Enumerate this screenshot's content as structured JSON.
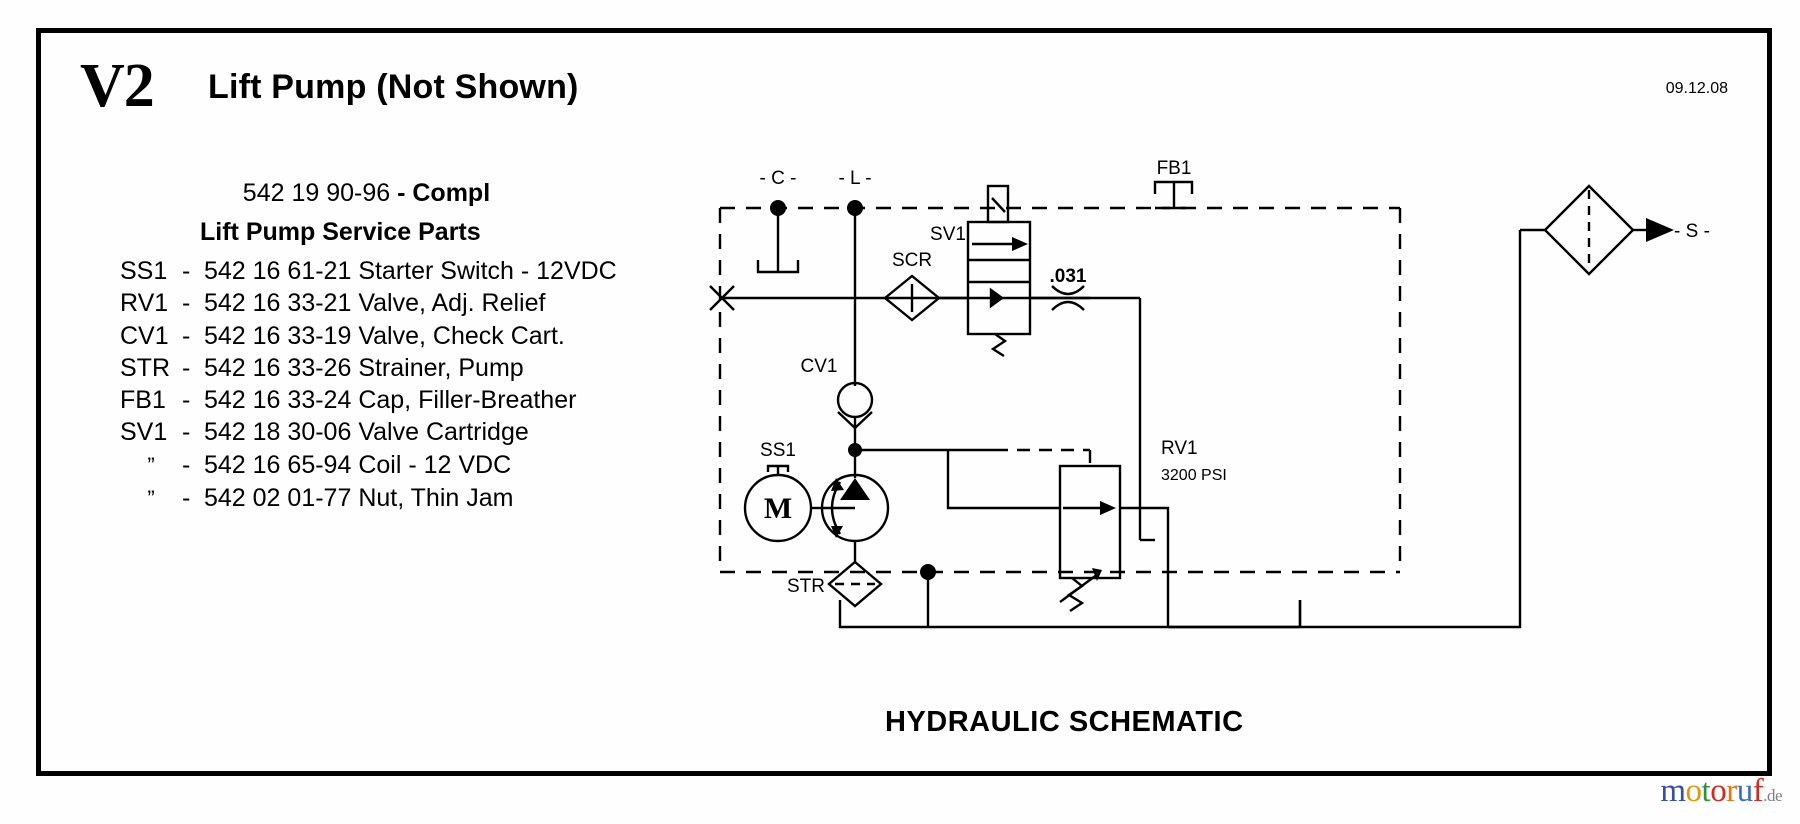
{
  "header": {
    "section_code": "V2",
    "title": "Lift Pump (Not Shown)",
    "part_number": "542 19 90-96",
    "part_suffix": "- Compl",
    "date": "09.12.08"
  },
  "parts_list": {
    "heading": "Lift Pump Service Parts",
    "items": [
      {
        "code": "SS1",
        "dash": "-",
        "number": "542 16 61-21",
        "description": "Starter Switch - 12VDC"
      },
      {
        "code": "RV1",
        "dash": "-",
        "number": "542 16 33-21",
        "description": "Valve, Adj. Relief"
      },
      {
        "code": "CV1",
        "dash": "-",
        "number": "542 16 33-19",
        "description": "Valve, Check Cart."
      },
      {
        "code": "STR",
        "dash": "-",
        "number": "542 16 33-26",
        "description": "Strainer, Pump"
      },
      {
        "code": "FB1",
        "dash": "-",
        "number": "542 16 33-24",
        "description": "Cap, Filler-Breather"
      },
      {
        "code": "SV1",
        "dash": "-",
        "number": "542 18 30-06",
        "description": "Valve Cartridge"
      },
      {
        "code": "”",
        "dash": "-",
        "number": "542 16 65-94",
        "description": "Coil - 12 VDC"
      },
      {
        "code": "”",
        "dash": "-",
        "number": "542 02 01-77",
        "description": "Nut, Thin Jam"
      }
    ]
  },
  "schematic": {
    "caption": "HYDRAULIC SCHEMATIC",
    "port_c": "- C -",
    "port_l": "- L -",
    "port_s": "- S -",
    "label_fb1": "FB1",
    "label_sv1": "SV1",
    "label_scr": "SCR",
    "label_cv1": "CV1",
    "label_ss1": "SS1",
    "label_str": "STR",
    "label_rv1": "RV1",
    "rv1_pressure": "3200 PSI",
    "orifice_size": ".031",
    "motor_symbol": "M"
  },
  "watermark": {
    "m": "m",
    "o1": "o",
    "t": "t",
    "o2": "o",
    "r": "r",
    "u": "u",
    "f": "f",
    "tld": ".de",
    "colors": {
      "m": "#3b4fa0",
      "o1": "#e8940c",
      "t": "#2f8f3e",
      "o2": "#d32a20",
      "r": "#e8740c",
      "u": "#3b6fc0",
      "f": "#d32a20",
      "tld": "#808080"
    }
  }
}
